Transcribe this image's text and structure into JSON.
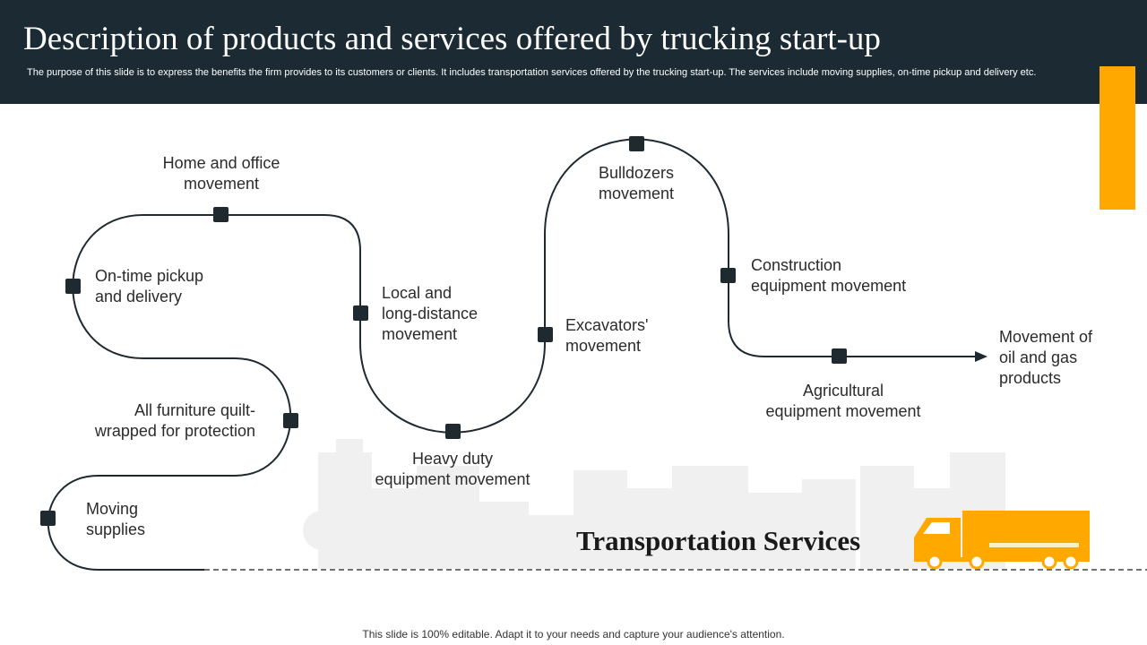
{
  "header": {
    "title": "Description of products and services offered by trucking start-up",
    "subtitle": "The purpose of this slide is to express the benefits the firm provides to its customers or clients. It includes transportation services offered by the trucking start-up. The services include moving supplies, on-time pickup and delivery etc."
  },
  "services": {
    "home_office": [
      "Home and office",
      "movement"
    ],
    "on_time": [
      "On-time pickup",
      "and delivery"
    ],
    "furniture": [
      "All furniture quilt-",
      "wrapped for protection"
    ],
    "moving": [
      "Moving",
      "supplies"
    ],
    "local": [
      "Local and",
      "long-distance",
      "movement"
    ],
    "heavy_duty": [
      "Heavy duty",
      "equipment movement"
    ],
    "excavators": [
      "Excavators'",
      "movement"
    ],
    "bulldozers": [
      "Bulldozers",
      "movement"
    ],
    "construction": [
      "Construction",
      "equipment movement"
    ],
    "agricultural": [
      "Agricultural",
      "equipment movement"
    ],
    "oil_gas": [
      "Movement of",
      "oil and gas",
      "products"
    ]
  },
  "banner": "Transportation Services",
  "footer": "This slide is 100% editable. Adapt it to your needs and capture your audience's attention.",
  "colors": {
    "header_bg": "#1b2a33",
    "accent": "#ffa800",
    "path": "#1f2a30",
    "truck": "#ffa800",
    "city_silhouette": "#f0f0f0"
  },
  "icons": {
    "truck": "truck-icon",
    "city": "city-skyline-icon"
  }
}
